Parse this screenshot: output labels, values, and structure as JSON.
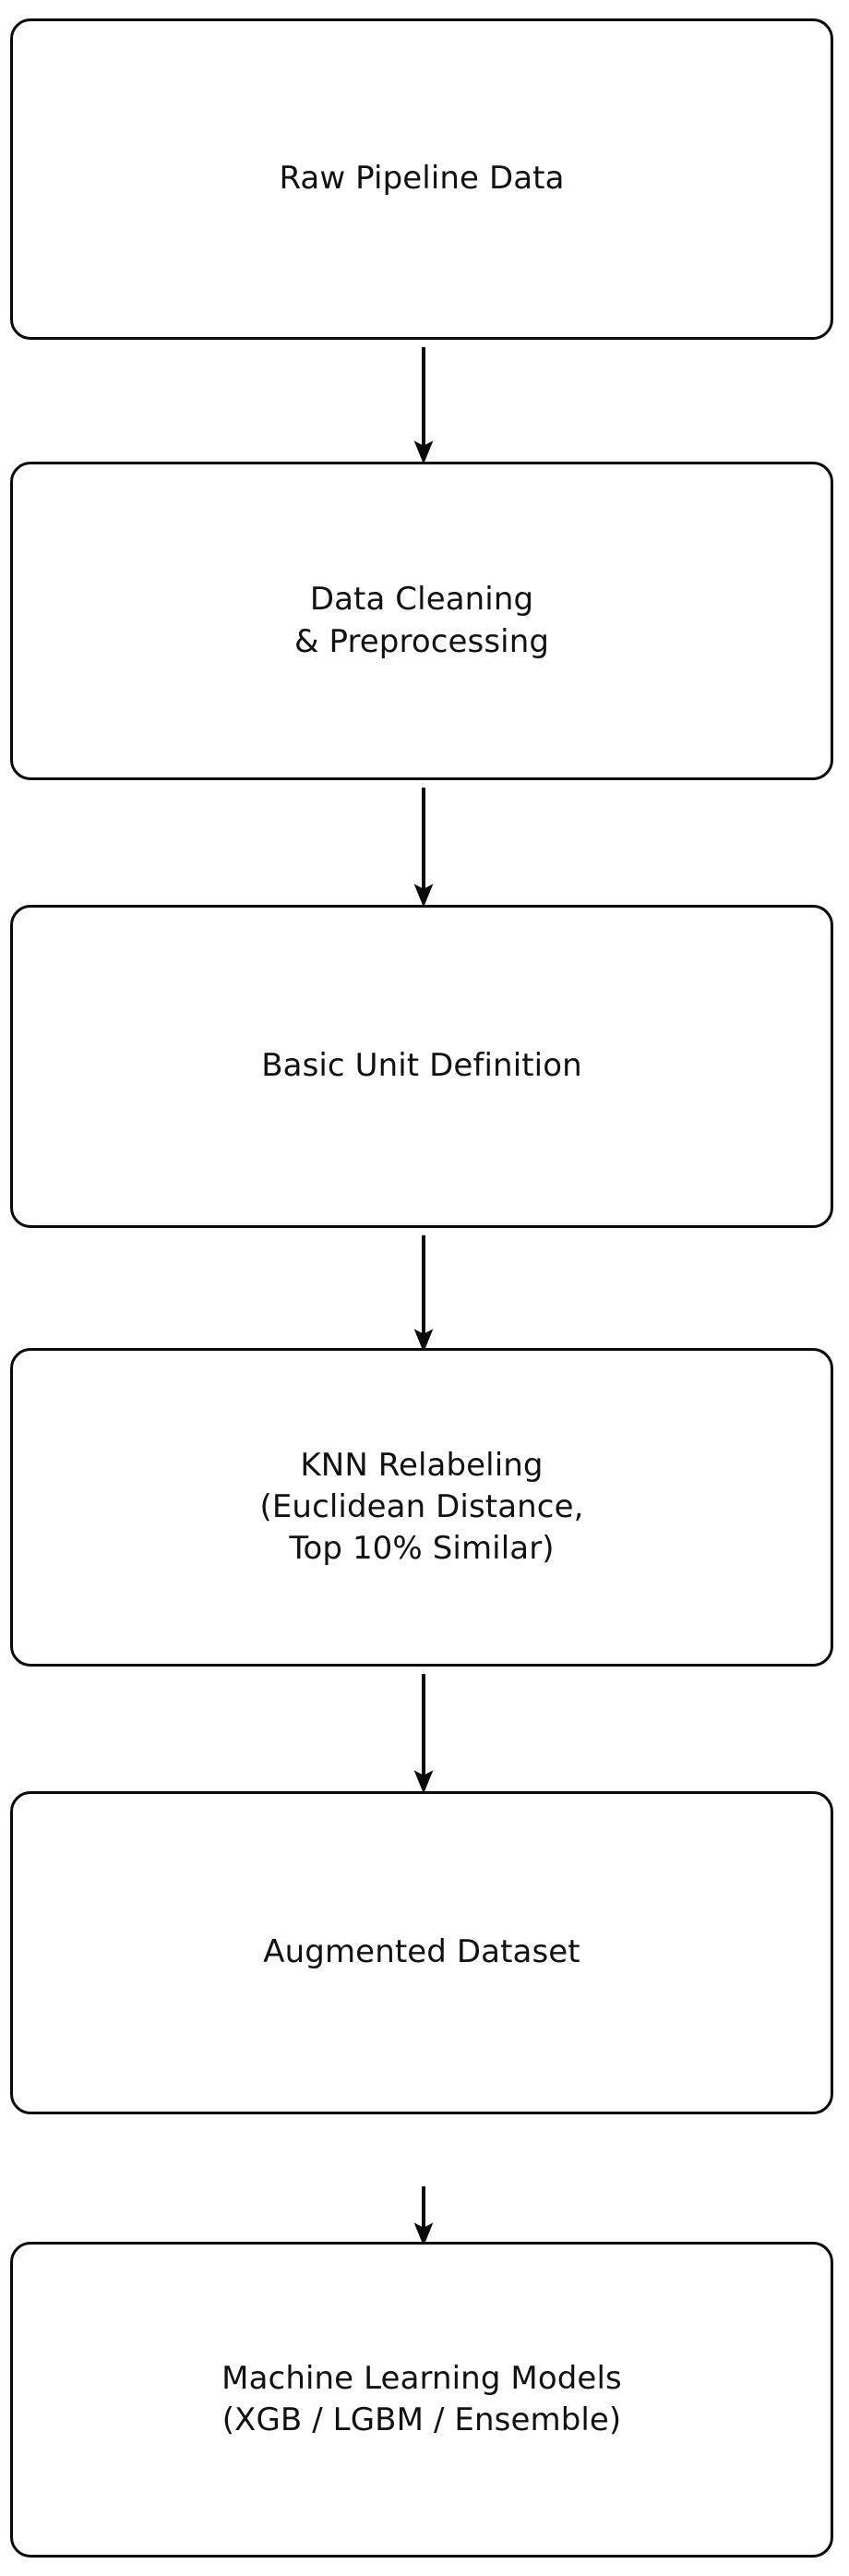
{
  "diagram": {
    "type": "flowchart",
    "orientation": "vertical-top-to-bottom",
    "background_color": "#ffffff",
    "node_border_color": "#0a0a0a",
    "node_fill_color": "#ffffff",
    "text_color": "#111111",
    "arrow_color": "#0a0a0a",
    "nodes": [
      {
        "id": "raw-pipeline-data",
        "label": "Raw Pipeline Data",
        "lines": [
          "Raw Pipeline Data"
        ]
      },
      {
        "id": "data-cleaning-preprocessing",
        "label": "Data Cleaning\n& Preprocessing",
        "lines": [
          "Data Cleaning",
          "& Preprocessing"
        ]
      },
      {
        "id": "basic-unit-definition",
        "label": "Basic Unit Definition",
        "lines": [
          "Basic Unit Definition"
        ]
      },
      {
        "id": "knn-relabeling",
        "label": "KNN Relabeling\n(Euclidean Distance,\nTop 10% Similar)",
        "lines": [
          "KNN Relabeling",
          "(Euclidean Distance,",
          "Top 10% Similar)"
        ]
      },
      {
        "id": "augmented-dataset",
        "label": "Augmented Dataset",
        "lines": [
          "Augmented Dataset"
        ]
      },
      {
        "id": "machine-learning-models",
        "label": "Machine Learning Models\n(XGB / LGBM / Ensemble)",
        "lines": [
          "Machine Learning Models",
          "(XGB / LGBM / Ensemble)"
        ]
      }
    ],
    "edges": [
      {
        "id": "edge-1",
        "from": "raw-pipeline-data",
        "to": "data-cleaning-preprocessing",
        "label": ""
      },
      {
        "id": "edge-2",
        "from": "data-cleaning-preprocessing",
        "to": "basic-unit-definition",
        "label": ""
      },
      {
        "id": "edge-3",
        "from": "basic-unit-definition",
        "to": "knn-relabeling",
        "label": ""
      },
      {
        "id": "edge-4",
        "from": "knn-relabeling",
        "to": "augmented-dataset",
        "label": ""
      },
      {
        "id": "edge-5",
        "from": "augmented-dataset",
        "to": "machine-learning-models",
        "label": ""
      }
    ]
  }
}
